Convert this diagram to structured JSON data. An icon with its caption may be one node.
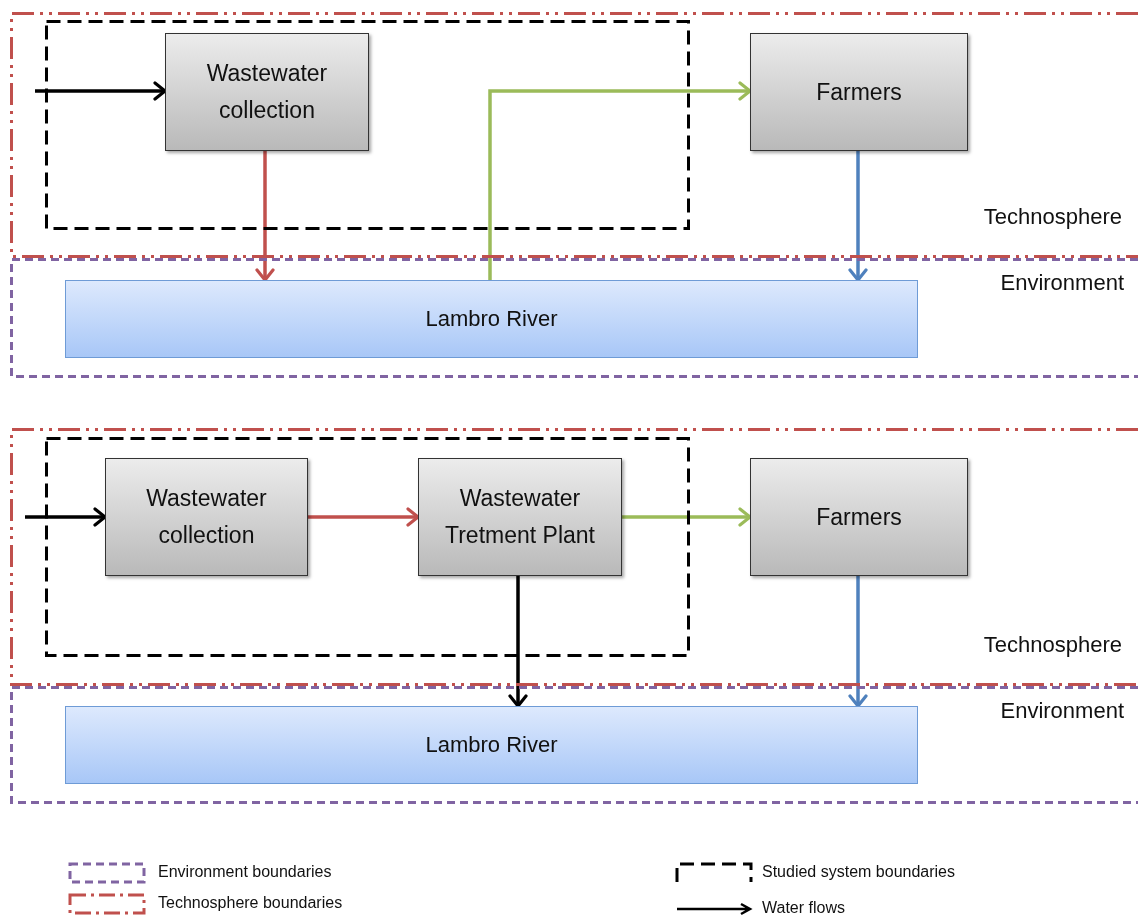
{
  "diagram": {
    "nodes": [
      {
        "text": [
          "Technosphere"
        ]
      },
      {
        "text": [],
        "shape": "box",
        "in": 0
      },
      {
        "text": [
          "Wastewater collection"
        ],
        "in": 1
      },
      {
        "text": [
          "Farmers"
        ],
        "in": 0
      },
      {
        "text": [
          "Environment"
        ]
      },
      {
        "text": [
          "Lambro River"
        ],
        "in": 4
      },
      {
        "text": [
          "Technosphere"
        ]
      },
      {
        "text": [],
        "shape": "box",
        "in": 6
      },
      {
        "text": [
          "Wastewater collection"
        ],
        "in": 7
      },
      {
        "text": [
          "Wastewater Tretment Plant"
        ],
        "in": 7
      },
      {
        "text": [
          "Farmers"
        ],
        "in": 6
      },
      {
        "text": [
          "Environment"
        ]
      },
      {
        "text": [
          "Lambro River"
        ],
        "in": 11
      }
    ],
    "edges": [
      {
        "from": null,
        "to": 2,
        "arrow": "to"
      },
      {
        "from": 2,
        "to": 5,
        "arrow": "to",
        "color": "#c0504d"
      },
      {
        "from": 5,
        "to": 3,
        "arrow": "to",
        "color": "#9bbb59"
      },
      {
        "from": 3,
        "to": 5,
        "arrow": "to",
        "color": "#4f81bd"
      },
      {
        "from": null,
        "to": 8,
        "arrow": "to"
      },
      {
        "from": 8,
        "to": 9,
        "arrow": "to",
        "color": "#c0504d"
      },
      {
        "from": 9,
        "to": 10,
        "arrow": "to",
        "color": "#9bbb59"
      },
      {
        "from": 9,
        "to": 12,
        "arrow": "to"
      },
      {
        "from": 10,
        "to": 12,
        "arrow": "to",
        "color": "#4f81bd"
      }
    ],
    "legend": [
      {
        "text": "Environment boundaries"
      },
      {
        "text": "Studied system boundaries"
      },
      {
        "text": "Technosphere boundaries"
      },
      {
        "text": "Water flows"
      }
    ]
  }
}
